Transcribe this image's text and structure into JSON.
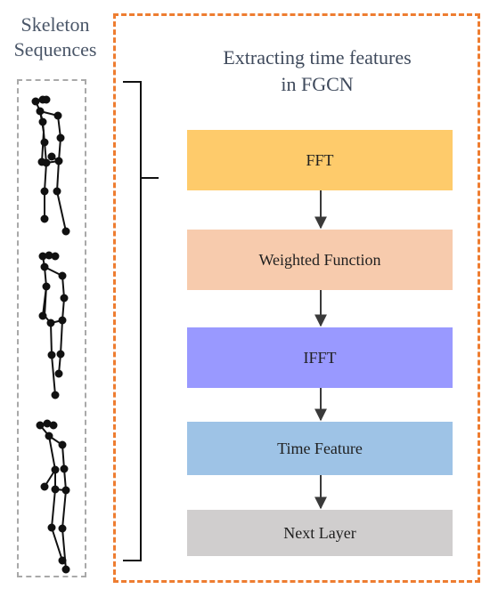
{
  "left_panel": {
    "title_line1": "Skeleton",
    "title_line2": "Sequences"
  },
  "right_panel": {
    "title_line1": "Extracting time features",
    "title_line2": "in FGCN"
  },
  "steps": [
    {
      "label": "FFT",
      "color": "#fecb6b"
    },
    {
      "label": "Weighted Function",
      "color": "#f7cbad"
    },
    {
      "label": "IFFT",
      "color": "#9999ff"
    },
    {
      "label": "Time Feature",
      "color": "#9ec3e6"
    },
    {
      "label": "Next Layer",
      "color": "#d0cece"
    }
  ],
  "colors": {
    "left_border": "#a9a9a9",
    "right_border": "#ee7d31",
    "arrow": "#3a3a3a",
    "skeleton": "#111111"
  }
}
